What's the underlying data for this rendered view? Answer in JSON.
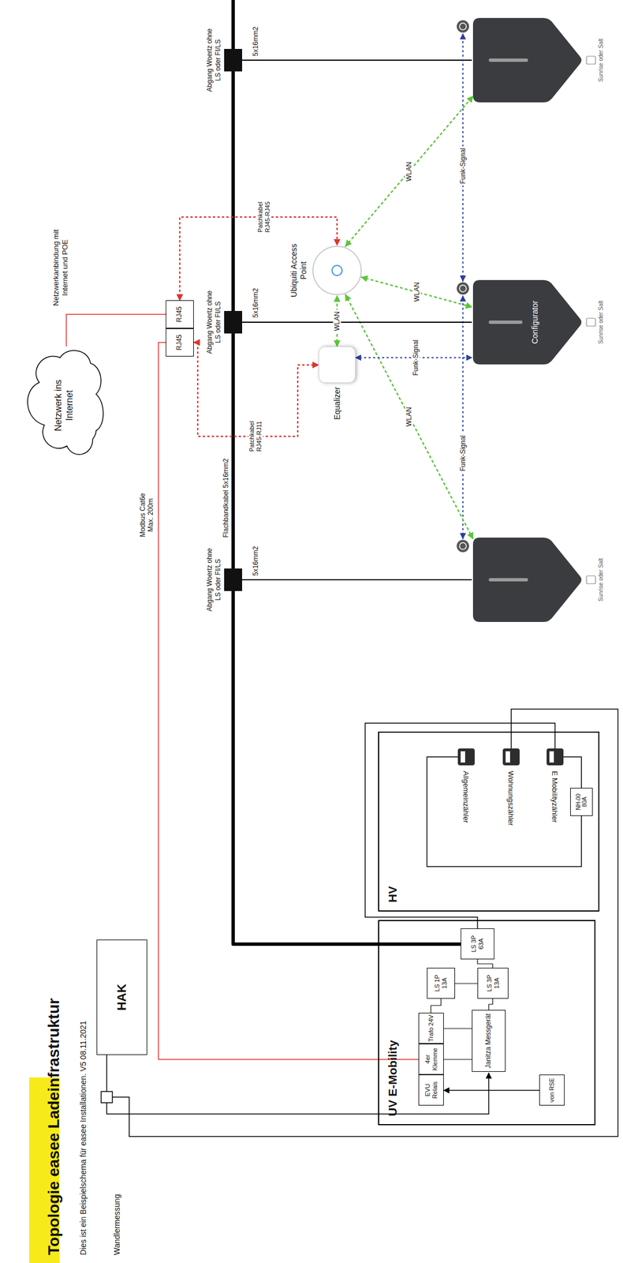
{
  "diagram": {
    "title": "Topologie easee Ladeinfrastruktur",
    "caption": "Dies ist ein Beispielschema für easee Installationen. V5 08.11.2021",
    "nodes": [
      {
        "text": [
          "HAK"
        ]
      },
      {
        "text": [
          "UV E-Mobility"
        ]
      },
      {
        "text": [
          "EVU Relais"
        ],
        "in": 1
      },
      {
        "text": [
          "4er Klemme"
        ],
        "in": 1
      },
      {
        "text": [
          "Trafo 24V"
        ],
        "in": 1
      },
      {
        "text": [
          "Janitza Messgerät"
        ],
        "in": 1
      },
      {
        "text": [
          "von RSE"
        ],
        "in": 1
      },
      {
        "text": [
          "LS 3P 13A"
        ],
        "in": 1
      },
      {
        "text": [
          "LS 1P 13A"
        ],
        "in": 1
      },
      {
        "text": [
          "LS 3P 63A"
        ],
        "in": 1
      },
      {
        "text": [
          "HV"
        ]
      },
      {
        "text": [
          "NH-00 80A"
        ],
        "in": 10
      },
      {
        "text": [
          "Netzwerk ins Internet"
        ]
      },
      {
        "text": [
          "RJ45"
        ]
      },
      {
        "text": [
          "RJ45"
        ]
      },
      {
        "text": [
          "Abgang Woertz ohne LS oder FI/LS"
        ]
      },
      {
        "text": [
          "Abgang Woertz ohne LS oder FI/LS"
        ]
      },
      {
        "text": [
          "Abgang Woertz ohne LS oder FI/LS"
        ]
      },
      {
        "text": [
          "Equalizer"
        ]
      },
      {
        "text": [
          "Ubiquiti Access Point"
        ]
      },
      {
        "text": [
          "Configurator"
        ]
      }
    ],
    "edges": [
      {
        "from": 6,
        "to": 2,
        "arrow": "to"
      },
      {
        "from": 3,
        "to": 13,
        "label": "Modbus Cat6e Max. 200m",
        "arrow": "none"
      },
      {
        "from": 12,
        "to": 14,
        "label": "Netzwerkanbindung mit Internet und POE",
        "arrow": "none"
      },
      {
        "from": 9,
        "to": 15,
        "arrow": "none"
      },
      {
        "from": 15,
        "to": 16,
        "label": "Flachbandkabel 5x16mm2",
        "arrow": "none"
      },
      {
        "from": 16,
        "to": 17,
        "arrow": "none"
      },
      {
        "from": 16,
        "to": 20,
        "label": "5x16mm2",
        "arrow": "none"
      },
      {
        "from": 13,
        "to": 18,
        "label": "Patchkabel RJ45-RJ11",
        "arrow": "both"
      },
      {
        "from": 14,
        "to": 19,
        "label": "Patchkabel RJ45-RJ45",
        "arrow": "both"
      },
      {
        "from": 18,
        "to": 19,
        "label": "WLAN",
        "arrow": "both"
      },
      {
        "from": 19,
        "to": 20,
        "label": "WLAN",
        "arrow": "both"
      },
      {
        "from": 18,
        "to": 20,
        "label": "Funk-Signal",
        "arrow": "both"
      },
      {
        "from": 4,
        "to": 8,
        "arrow": "none"
      },
      {
        "from": 5,
        "to": 7,
        "arrow": "none"
      },
      {
        "from": 4,
        "to": 5,
        "arrow": "none"
      },
      {
        "from": 3,
        "to": 5,
        "arrow": "none"
      },
      {
        "from": 8,
        "to": 7,
        "arrow": "none"
      },
      {
        "from": 7,
        "to": 9,
        "arrow": "none"
      }
    ],
    "labels": [
      "Wandlermessung",
      "Allgemeinzähler",
      "Wohnungszähler",
      "E Mobilityzähler",
      "5x16mm2",
      "5x16mm2",
      "WLAN",
      "WLAN",
      "Funk-Signal",
      "Funk-Signal",
      "Sunrise oder Salt",
      "Sunrise oder Salt",
      "Sunrise oder Salt"
    ]
  }
}
